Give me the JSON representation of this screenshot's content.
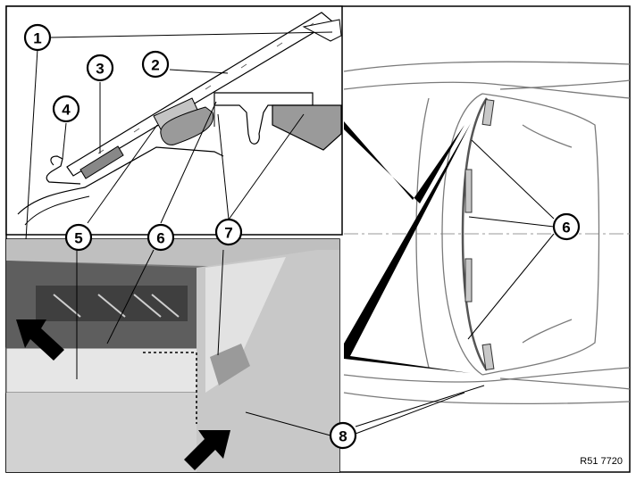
{
  "callouts": [
    {
      "label": "1"
    },
    {
      "label": "2"
    },
    {
      "label": "3"
    },
    {
      "label": "4"
    },
    {
      "label": "5"
    },
    {
      "label": "6"
    },
    {
      "label": "7"
    },
    {
      "label": "6"
    },
    {
      "label": "7"
    },
    {
      "label": "8"
    }
  ],
  "reference_code": "R51 7720"
}
